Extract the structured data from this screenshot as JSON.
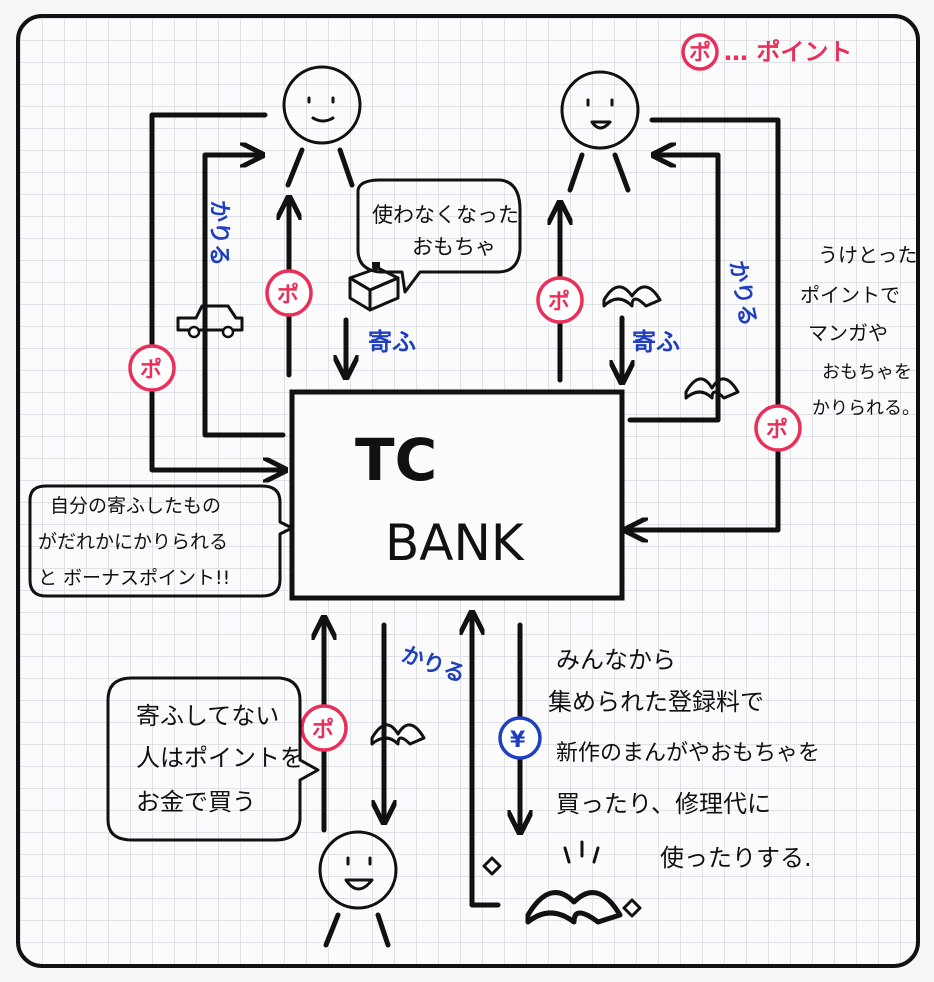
{
  "legend": {
    "symbol": "ポ",
    "text": "… ポイント"
  },
  "bank": {
    "line1": "TC",
    "line2": "BANK"
  },
  "labels": {
    "kariru": "かりる",
    "kifu": "寄ふ",
    "point": "ポ",
    "yen": "¥"
  },
  "bubble_toy": {
    "line1": "使わなくなった",
    "line2": "おもちゃ"
  },
  "note_right": {
    "lines": [
      "うけとった",
      "ポイントで",
      "マンガや",
      "おもちゃを",
      "かりられる。"
    ]
  },
  "bubble_bonus": {
    "lines": [
      "自分の寄ふしたもの",
      "がだれかにかりられる",
      "と ボーナスポイント!!"
    ]
  },
  "bubble_buy": {
    "lines": [
      "寄ふしてない",
      "人はポイントを",
      "お金で買う"
    ]
  },
  "note_bottom": {
    "lines": [
      "みんなから",
      "集められた登録料で",
      "新作のまんがやおもちゃを",
      "買ったり、修理代に",
      "使ったりする."
    ]
  }
}
